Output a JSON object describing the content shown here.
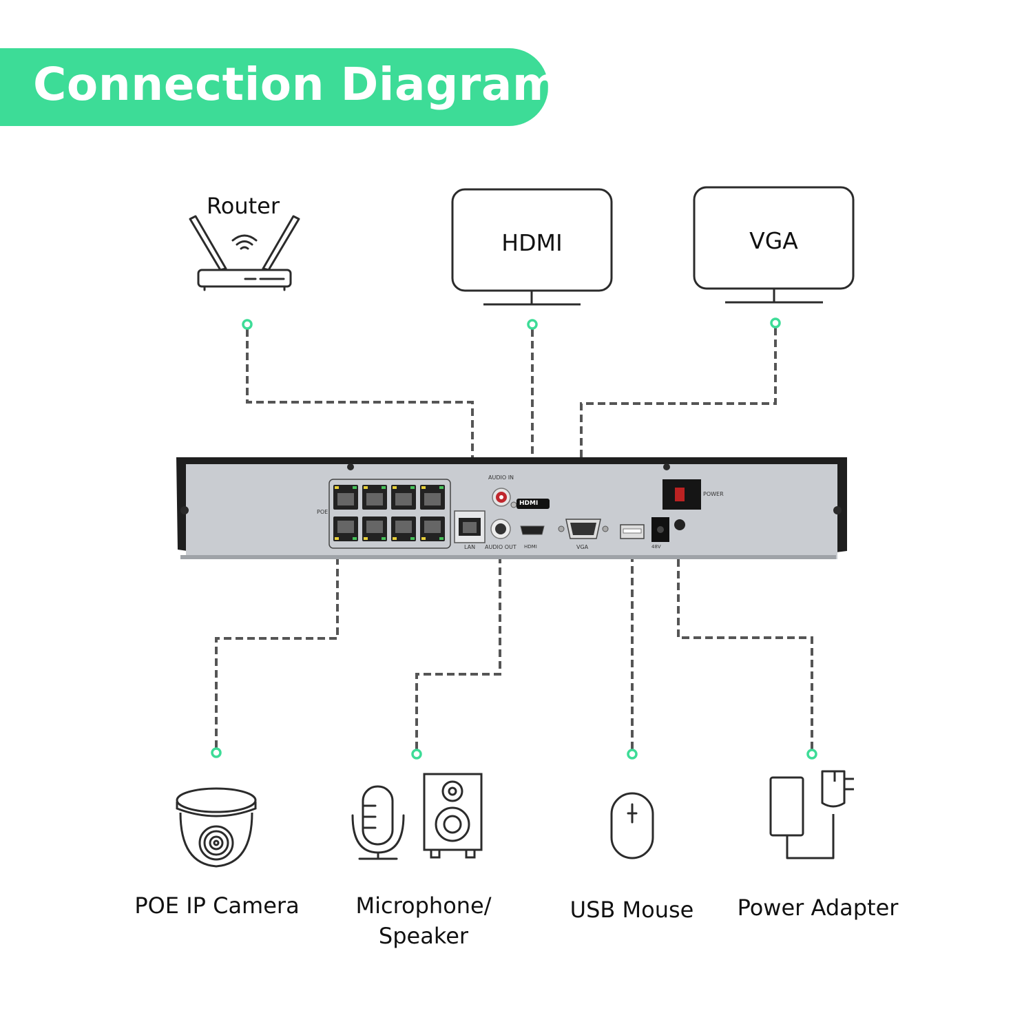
{
  "title": "Connection Diagram",
  "colors": {
    "accent": "#3ddc97",
    "ink": "#2b2b2b",
    "panel": "#c9ccd1",
    "chassis": "#1e1e1e",
    "line": "#555555"
  },
  "top_devices": {
    "router": {
      "label": "Router",
      "icon": "router-icon"
    },
    "hdmi_monitor": {
      "label": "HDMI",
      "icon": "monitor-icon"
    },
    "vga_monitor": {
      "label": "VGA",
      "icon": "monitor-icon"
    }
  },
  "nvr_panel": {
    "labels": {
      "poe": "POE",
      "lan": "LAN",
      "audio_in": "AUDIO IN",
      "audio_out": "AUDIO OUT",
      "hdmi": "HDMI",
      "hdmi_logo": "HDMI",
      "vga": "VGA",
      "power": "POWER",
      "voltage": "48V"
    }
  },
  "bottom_devices": {
    "camera": {
      "label": "POE IP Camera",
      "icon": "dome-camera-icon"
    },
    "audio": {
      "label_line1": "Microphone/",
      "label_line2": "Speaker",
      "icon": "microphone-speaker-icon"
    },
    "mouse": {
      "label": "USB Mouse",
      "icon": "mouse-icon"
    },
    "power": {
      "label": "Power Adapter",
      "icon": "power-adapter-icon"
    }
  }
}
